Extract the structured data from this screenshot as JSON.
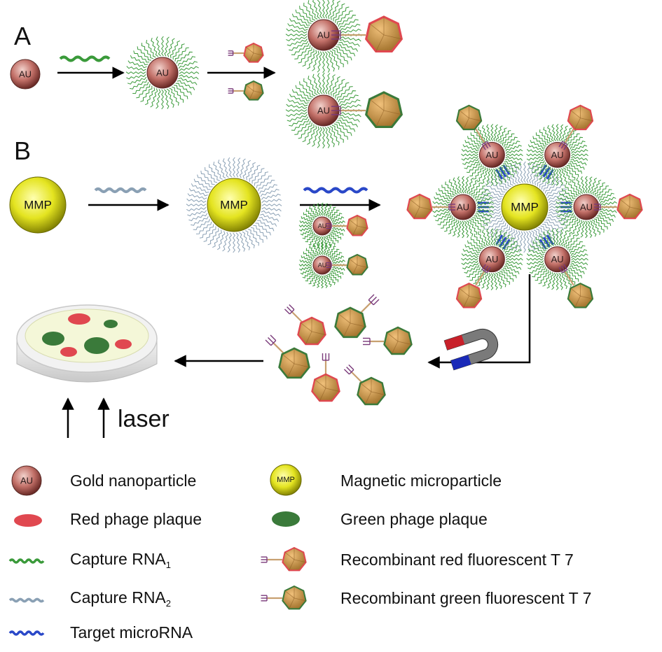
{
  "panels": {
    "a": "A",
    "b": "B"
  },
  "particle_labels": {
    "gold": "AU",
    "magnetic": "MMP"
  },
  "laser_label": "laser",
  "legend": {
    "gold": "Gold nanoparticle",
    "magnetic": "Magnetic microparticle",
    "red_plaque": "Red phage plaque",
    "green_plaque": "Green phage plaque",
    "capture1": "Capture RNA",
    "capture1_sub": "1",
    "capture2": "Capture RNA",
    "capture2_sub": "2",
    "target": "Target microRNA",
    "red_t7": "Recombinant red fluorescent T 7",
    "green_t7": "Recombinant green fluorescent T 7"
  },
  "colors": {
    "capture1": "#3a9a3a",
    "capture2": "#8aa0b4",
    "target": "#2a48c8",
    "red_outline": "#e04850",
    "green_outline": "#3a7a3a",
    "phage_fill": "#c89248",
    "antenna": "#7a3a7a",
    "gold_particle": "#b06058",
    "mmp_particle": "#d8d818"
  }
}
